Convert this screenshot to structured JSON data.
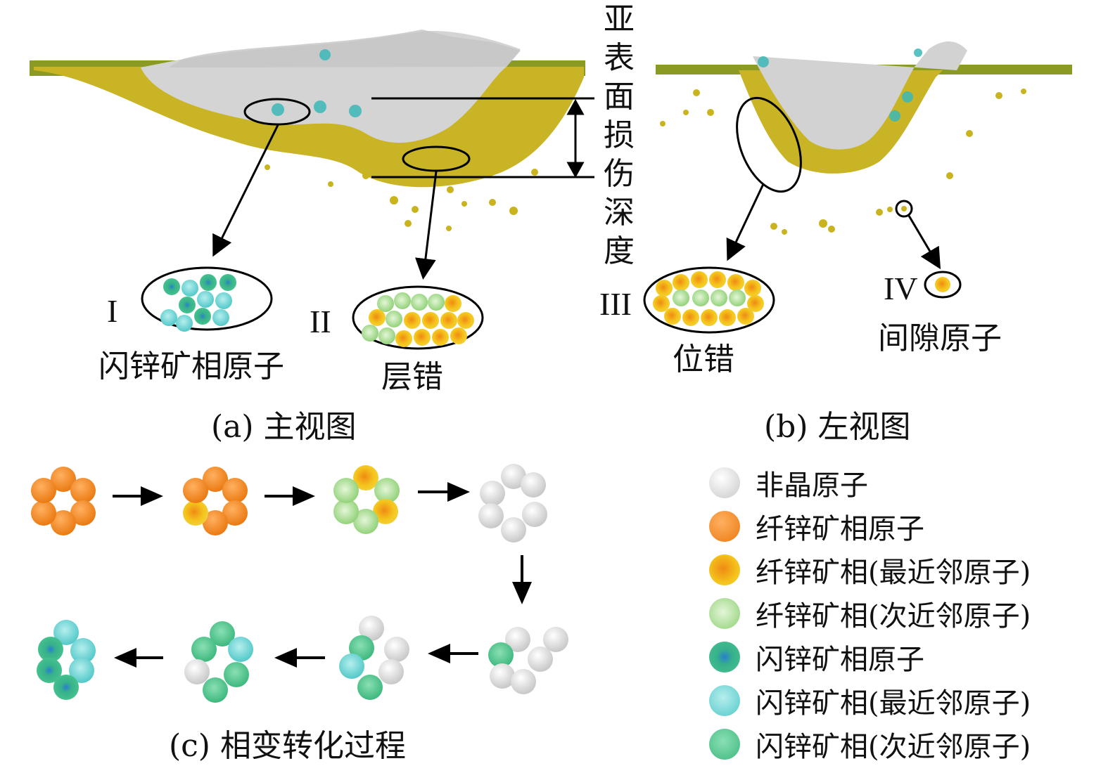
{
  "panel_a": {
    "caption": "(a) 主视图",
    "depth_label": "亚表面损伤深度",
    "insets": [
      {
        "numeral": "I",
        "label": "闪锌矿相原子"
      },
      {
        "numeral": "II",
        "label": "层错"
      }
    ]
  },
  "panel_b": {
    "caption": "(b) 左视图",
    "insets": [
      {
        "numeral": "III",
        "label": "位错"
      },
      {
        "numeral": "IV",
        "label": "间隙原子"
      }
    ]
  },
  "panel_c": {
    "caption": "(c) 相变转化过程"
  },
  "legend": [
    {
      "label": "非晶原子",
      "color": "#e6e6e6"
    },
    {
      "label": "纤锌矿相原子",
      "color": "#f28a1c"
    },
    {
      "label": "纤锌矿相(最近邻原子)",
      "color": "#f2c21a"
    },
    {
      "label": "纤锌矿相(次近邻原子)",
      "color": "#a6dc8c"
    },
    {
      "label": "闪锌矿相原子",
      "color": "#3cb88a"
    },
    {
      "label": "闪锌矿相(最近邻原子)",
      "color": "#6ad4d2"
    },
    {
      "label": "闪锌矿相(次近邻原子)",
      "color": "#52c48a"
    }
  ]
}
